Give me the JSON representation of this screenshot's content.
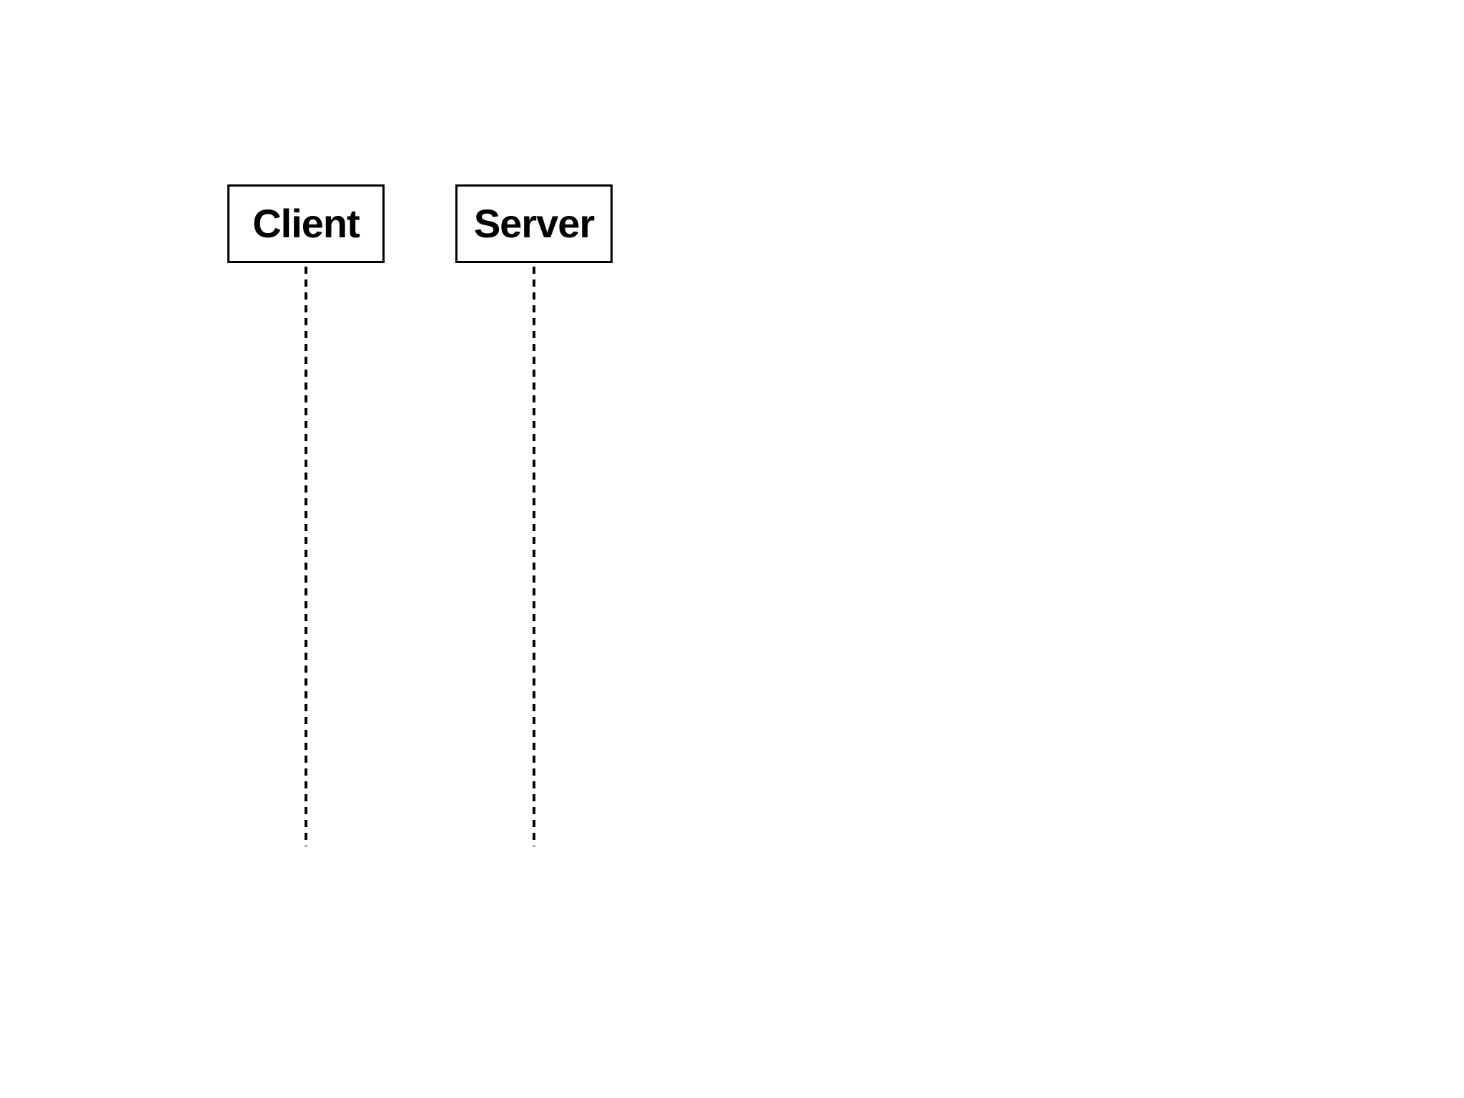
{
  "diagram": {
    "type": "sequence-diagram",
    "participants": [
      {
        "id": "client",
        "label": "Client"
      },
      {
        "id": "server",
        "label": "Server"
      }
    ],
    "lifeline_style": "dashed",
    "line_color": "#000000",
    "background_color": "#ffffff"
  }
}
